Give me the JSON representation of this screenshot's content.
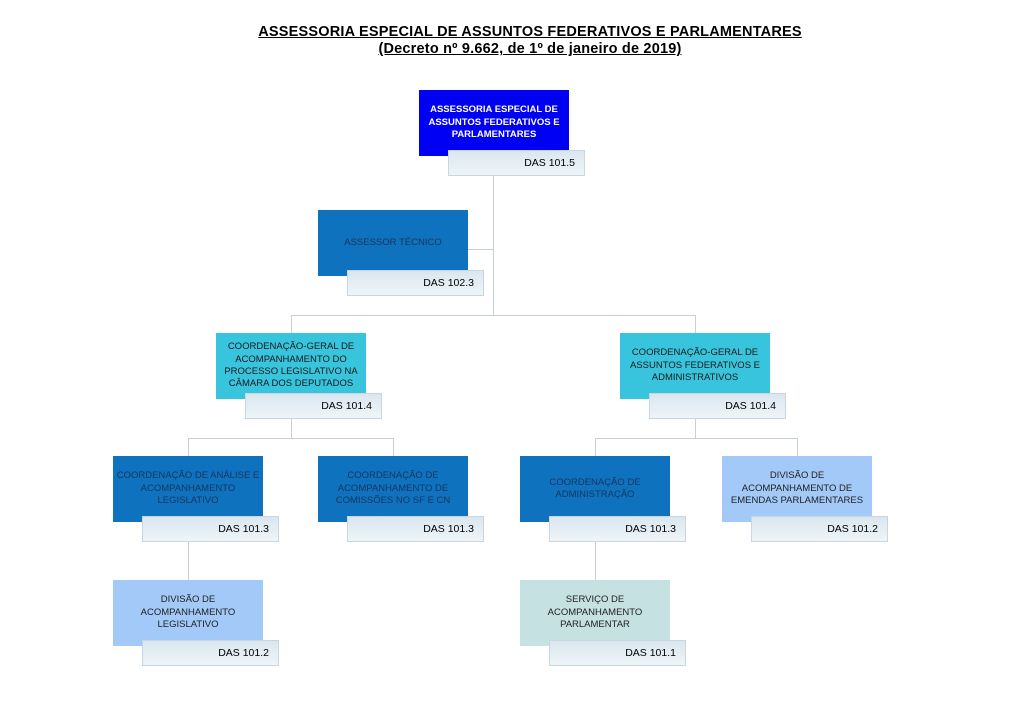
{
  "title": {
    "line1": "ASSESSORIA ESPECIAL DE ASSUNTOS FEDERATIVOS E PARLAMENTARES",
    "line2": "(Decreto nº 9.662, de 1º de janeiro de 2019)"
  },
  "colors": {
    "node_royal_blue": "#0000F5",
    "node_medium_blue": "#0E72BE",
    "node_cyan": "#38C4DC",
    "node_light_blue": "#A2C9F8",
    "node_pale_teal": "#C6E1E2",
    "das_tag_background": "#E4EDF4",
    "connector_line": "#C6D0D6"
  },
  "nodes": [
    {
      "id": "assessoria-especial",
      "label": "ASSESSORIA ESPECIAL DE\nASSUNTOS FEDERATIVOS E\nPARLAMENTARES",
      "das": "DAS 101.5",
      "color": "#0000F5",
      "text": "#FFFFFF"
    },
    {
      "id": "assessor-tecnico",
      "label": "ASSESSOR TÉCNICO",
      "das": "DAS 102.3",
      "color": "#0E72BE",
      "text": "#16365C"
    },
    {
      "id": "cg-processo-legislativo-camara",
      "label": "COORDENAÇÃO-GERAL DE\nACOMPANHAMENTO DO\nPROCESSO LEGISLATIVO NA\nCÂMARA DOS DEPUTADOS",
      "das": "DAS 101.4",
      "color": "#38C4DC",
      "text": "#1A1A1A"
    },
    {
      "id": "cg-assuntos-federativos-administrativos",
      "label": "COORDENAÇÃO-GERAL DE\nASSUNTOS FEDERATIVOS E\nADMINISTRATIVOS",
      "das": "DAS 101.4",
      "color": "#38C4DC",
      "text": "#1A1A1A"
    },
    {
      "id": "coord-analise-acompanhamento-legislativo",
      "label": "COORDENAÇÃO DE ANÁLISE E\nACOMPANHAMENTO\nLEGISLATIVO",
      "das": "DAS 101.3",
      "color": "#0E72BE",
      "text": "#16365C"
    },
    {
      "id": "coord-acompanhamento-comissoes-sf-cn",
      "label": "COORDENAÇÃO DE\nACOMPANHAMENTO DE\nCOMISSÕES NO SF E CN",
      "das": "DAS 101.3",
      "color": "#0E72BE",
      "text": "#16365C"
    },
    {
      "id": "coord-administracao",
      "label": "COORDENAÇÃO DE\nADMINISTRAÇÃO",
      "das": "DAS 101.3",
      "color": "#0E72BE",
      "text": "#16365C"
    },
    {
      "id": "divisao-emendas-parlamentares",
      "label": "DIVISÃO DE\nACOMPANHAMENTO DE\nEMENDAS PARLAMENTARES",
      "das": "DAS 101.2",
      "color": "#A2C9F8",
      "text": "#222222"
    },
    {
      "id": "divisao-acompanhamento-legislativo",
      "label": "DIVISÃO DE\nACOMPANHAMENTO\nLEGISLATIVO",
      "das": "DAS 101.2",
      "color": "#A2C9F8",
      "text": "#222222"
    },
    {
      "id": "servico-acompanhamento-parlamentar",
      "label": "SERVIÇO DE\nACOMPANHAMENTO\nPARLAMENTAR",
      "das": "DAS 101.1",
      "color": "#C6E1E2",
      "text": "#222222"
    }
  ]
}
